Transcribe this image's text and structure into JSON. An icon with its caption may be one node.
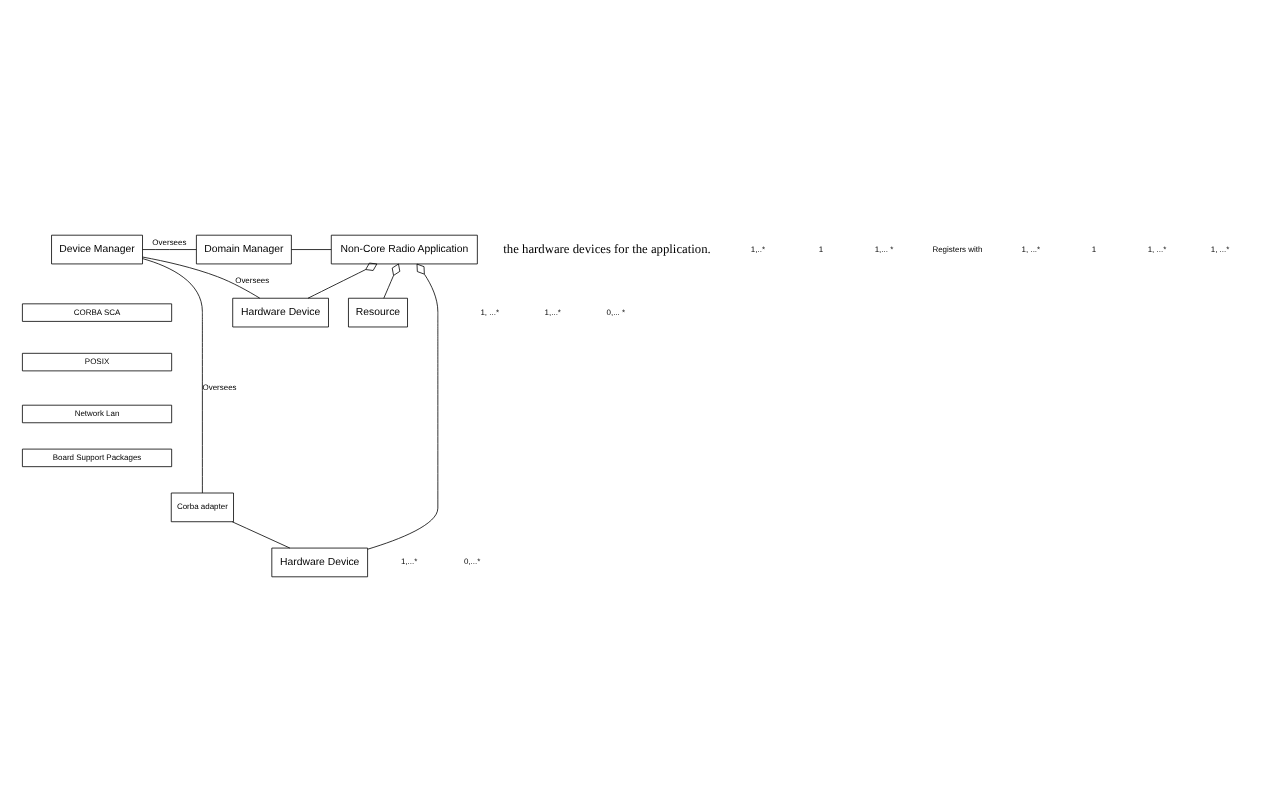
{
  "diagram": {
    "nodes": [
      {
        "text": [
          "Resource"
        ]
      },
      {
        "text": [
          "Device Manager"
        ]
      },
      {
        "text": [
          "Domain Manager"
        ]
      },
      {
        "text": [
          "Non-Core Radio Application"
        ]
      },
      {
        "text": [
          "CORBA SCA"
        ]
      },
      {
        "text": [
          "POSIX"
        ]
      },
      {
        "text": [
          "Network Lan"
        ]
      },
      {
        "text": [
          "Board Support Packages"
        ]
      },
      {
        "text": [
          "Corba adapter"
        ]
      },
      {
        "text": [
          "Hardware Device"
        ]
      },
      {
        "text": [
          "Hardware Device"
        ]
      }
    ],
    "edges": [
      {
        "from": 3,
        "to": 0,
        "arrow": "other"
      },
      {
        "from": 1,
        "to": 2,
        "arrow": "none",
        "label": "Oversees"
      },
      {
        "from": 2,
        "to": 3,
        "arrow": "none"
      },
      {
        "from": 1,
        "to": 9,
        "arrow": "none",
        "label": "Oversees"
      },
      {
        "from": 1,
        "to": 8,
        "arrow": "none",
        "label": "Oversees"
      },
      {
        "from": 8,
        "to": 10,
        "arrow": "none"
      },
      {
        "from": 3,
        "to": 10,
        "arrow": "other"
      },
      {
        "from": 3,
        "to": 9,
        "arrow": "other"
      }
    ],
    "labels": [
      "the hardware devices for the application.",
      "1, ...*",
      "1,..*",
      "1",
      "1,... *",
      "Registers with",
      "1, ...*",
      "1",
      "1, ...*",
      "1, ...*",
      "1,...*",
      "0,... *",
      "1,...*",
      "0,...*"
    ]
  }
}
